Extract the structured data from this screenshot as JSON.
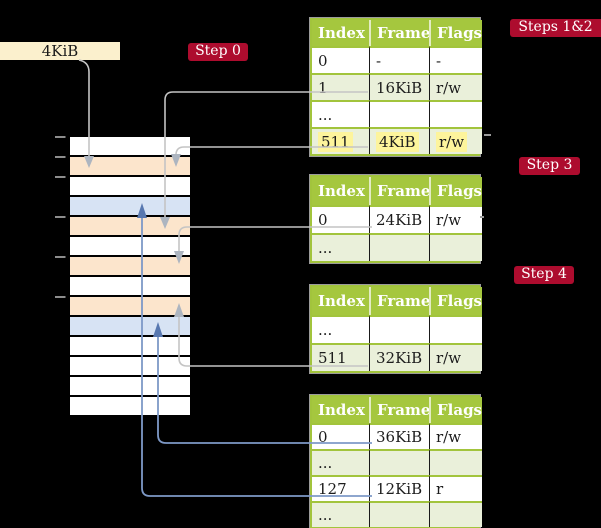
{
  "figure": {
    "legend_box_label": "4KiB",
    "step_labels": [
      "Step 0",
      "Steps 1&2",
      "Step 3",
      "Step 4"
    ]
  },
  "colors": {
    "background": "#000000",
    "crimson": "#ad0c2e",
    "cream": "#fbf0cd",
    "table_header_green": "#a5c73e",
    "table_border_green": "#a2c43c",
    "table_row_tint": "#eaf0da",
    "highlight_yellow": "#fdf49c",
    "memory_orange": "#fce5cc",
    "memory_blue": "#d7e3f4",
    "memory_white": "#ffffff",
    "gray_arrow": "#c4c4c4",
    "gray_arrowhead": "#adb5c0",
    "blue_arrow": "#7e99c7",
    "blue_arrowhead": "#5878b0",
    "tick_gray": "#8d8d8d"
  },
  "memory_column": {
    "rows": [
      {
        "fill": "white"
      },
      {
        "fill": "orange"
      },
      {
        "fill": "white"
      },
      {
        "fill": "blue"
      },
      {
        "fill": "orange"
      },
      {
        "fill": "white"
      },
      {
        "fill": "orange"
      },
      {
        "fill": "white"
      },
      {
        "fill": "orange"
      },
      {
        "fill": "blue"
      },
      {
        "fill": "white"
      },
      {
        "fill": "white"
      },
      {
        "fill": "white"
      },
      {
        "fill": "white"
      }
    ]
  },
  "tables": [
    {
      "columns": [
        "Index",
        "Frame",
        "Flags"
      ],
      "rows": [
        {
          "bg": "white",
          "cells": [
            "0",
            "-",
            "-"
          ]
        },
        {
          "bg": "tint",
          "cells": [
            "1",
            "16KiB",
            "r/w"
          ]
        },
        {
          "bg": "white",
          "cells": [
            "...",
            "",
            ""
          ]
        },
        {
          "bg": "tint",
          "cells": [
            "511",
            "4KiB",
            "r/w"
          ],
          "highlight": true
        }
      ]
    },
    {
      "columns": [
        "Index",
        "Frame",
        "Flags"
      ],
      "rows": [
        {
          "bg": "white",
          "cells": [
            "0",
            "24KiB",
            "r/w"
          ]
        },
        {
          "bg": "tint",
          "cells": [
            "...",
            "",
            ""
          ]
        }
      ]
    },
    {
      "columns": [
        "Index",
        "Frame",
        "Flags"
      ],
      "rows": [
        {
          "bg": "white",
          "cells": [
            "...",
            "",
            ""
          ]
        },
        {
          "bg": "tint",
          "cells": [
            "511",
            "32KiB",
            "r/w"
          ]
        }
      ]
    },
    {
      "columns": [
        "Index",
        "Frame",
        "Flags"
      ],
      "rows": [
        {
          "bg": "white",
          "cells": [
            "0",
            "36KiB",
            "r/w"
          ]
        },
        {
          "bg": "tint",
          "cells": [
            "...",
            "",
            ""
          ]
        },
        {
          "bg": "white",
          "cells": [
            "127",
            "12KiB",
            "r"
          ]
        },
        {
          "bg": "tint",
          "cells": [
            "...",
            "",
            ""
          ]
        }
      ]
    }
  ]
}
